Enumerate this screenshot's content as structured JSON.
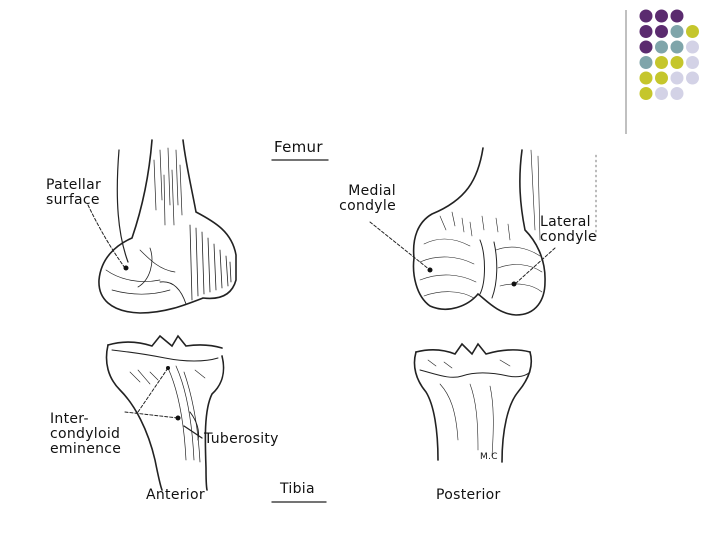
{
  "decoration": {
    "dot_colors": {
      "purple": "#5b2b6f",
      "teal": "#7fa5aa",
      "olive": "#c5c62c",
      "lavender": "#d3d2e6"
    },
    "dot_rows": [
      [
        "purple",
        "purple",
        "purple"
      ],
      [
        "purple",
        "purple",
        "teal",
        "olive"
      ],
      [
        "purple",
        "teal",
        "teal",
        "lavender"
      ],
      [
        "teal",
        "olive",
        "olive",
        "lavender"
      ],
      [
        "olive",
        "olive",
        "lavender",
        "lavender"
      ],
      [
        "olive",
        "lavender",
        "lavender"
      ]
    ],
    "divider_color": "#808080"
  },
  "labels": {
    "femur": "Femur",
    "patellar_surface": "Patellar\nsurface",
    "medial_condyle": "Medial\ncondyle",
    "lateral_condyle": "Lateral\ncondyle",
    "intercondyloid_eminence": "Inter-\ncondyloid\neminence",
    "tuberosity": "Tuberosity",
    "anterior": "Anterior",
    "tibia": "Tibia",
    "posterior": "Posterior",
    "signature": "M.C"
  }
}
